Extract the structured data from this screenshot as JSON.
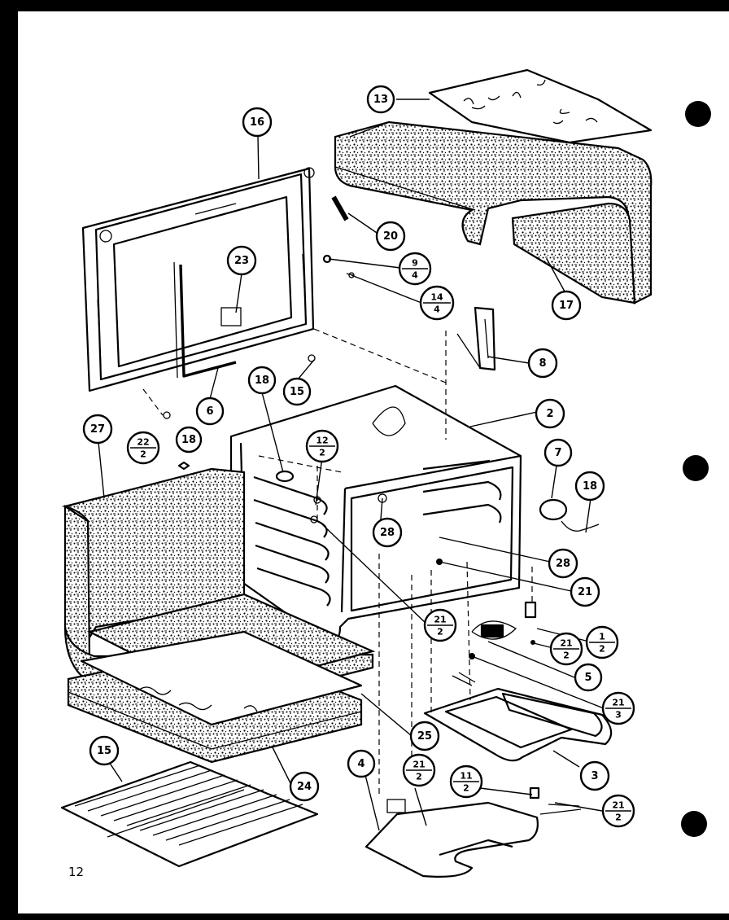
{
  "page_number": "12",
  "colors": {
    "background": "#000000",
    "sheet": "#ffffff",
    "ink": "#000000"
  },
  "callouts": [
    {
      "id": "c13",
      "label": "13"
    },
    {
      "id": "c16a",
      "label": "16"
    },
    {
      "id": "c20",
      "label": "20"
    },
    {
      "id": "c9_4",
      "top": "9",
      "bottom": "4"
    },
    {
      "id": "c14_4",
      "top": "14",
      "bottom": "4"
    },
    {
      "id": "c17",
      "label": "17"
    },
    {
      "id": "c23",
      "label": "23"
    },
    {
      "id": "c8",
      "label": "8"
    },
    {
      "id": "c15",
      "label": "15"
    },
    {
      "id": "c6",
      "label": "6"
    },
    {
      "id": "c2",
      "label": "2"
    },
    {
      "id": "c27",
      "label": "27"
    },
    {
      "id": "c22_2",
      "top": "22",
      "bottom": "2"
    },
    {
      "id": "c18a",
      "label": "18"
    },
    {
      "id": "c18b",
      "label": "18"
    },
    {
      "id": "c12_2",
      "top": "12",
      "bottom": "2"
    },
    {
      "id": "c7",
      "label": "7"
    },
    {
      "id": "c18c",
      "label": "18"
    },
    {
      "id": "c28a",
      "label": "28"
    },
    {
      "id": "c28b",
      "label": "28"
    },
    {
      "id": "c21a",
      "label": "21"
    },
    {
      "id": "c21_2a",
      "top": "21",
      "bottom": "2"
    },
    {
      "id": "c1_2",
      "top": "1",
      "bottom": "2"
    },
    {
      "id": "c21_2b",
      "top": "21",
      "bottom": "2"
    },
    {
      "id": "c5",
      "label": "5"
    },
    {
      "id": "c21_3",
      "top": "21",
      "bottom": "3"
    },
    {
      "id": "c25",
      "label": "25"
    },
    {
      "id": "c3",
      "label": "3"
    },
    {
      "id": "c15b",
      "label": "15"
    },
    {
      "id": "c24",
      "label": "24"
    },
    {
      "id": "c4",
      "label": "4"
    },
    {
      "id": "c21_2c",
      "top": "21",
      "bottom": "2"
    },
    {
      "id": "c11_2",
      "top": "11",
      "bottom": "2"
    },
    {
      "id": "c21_2d",
      "top": "21",
      "bottom": "2"
    }
  ]
}
